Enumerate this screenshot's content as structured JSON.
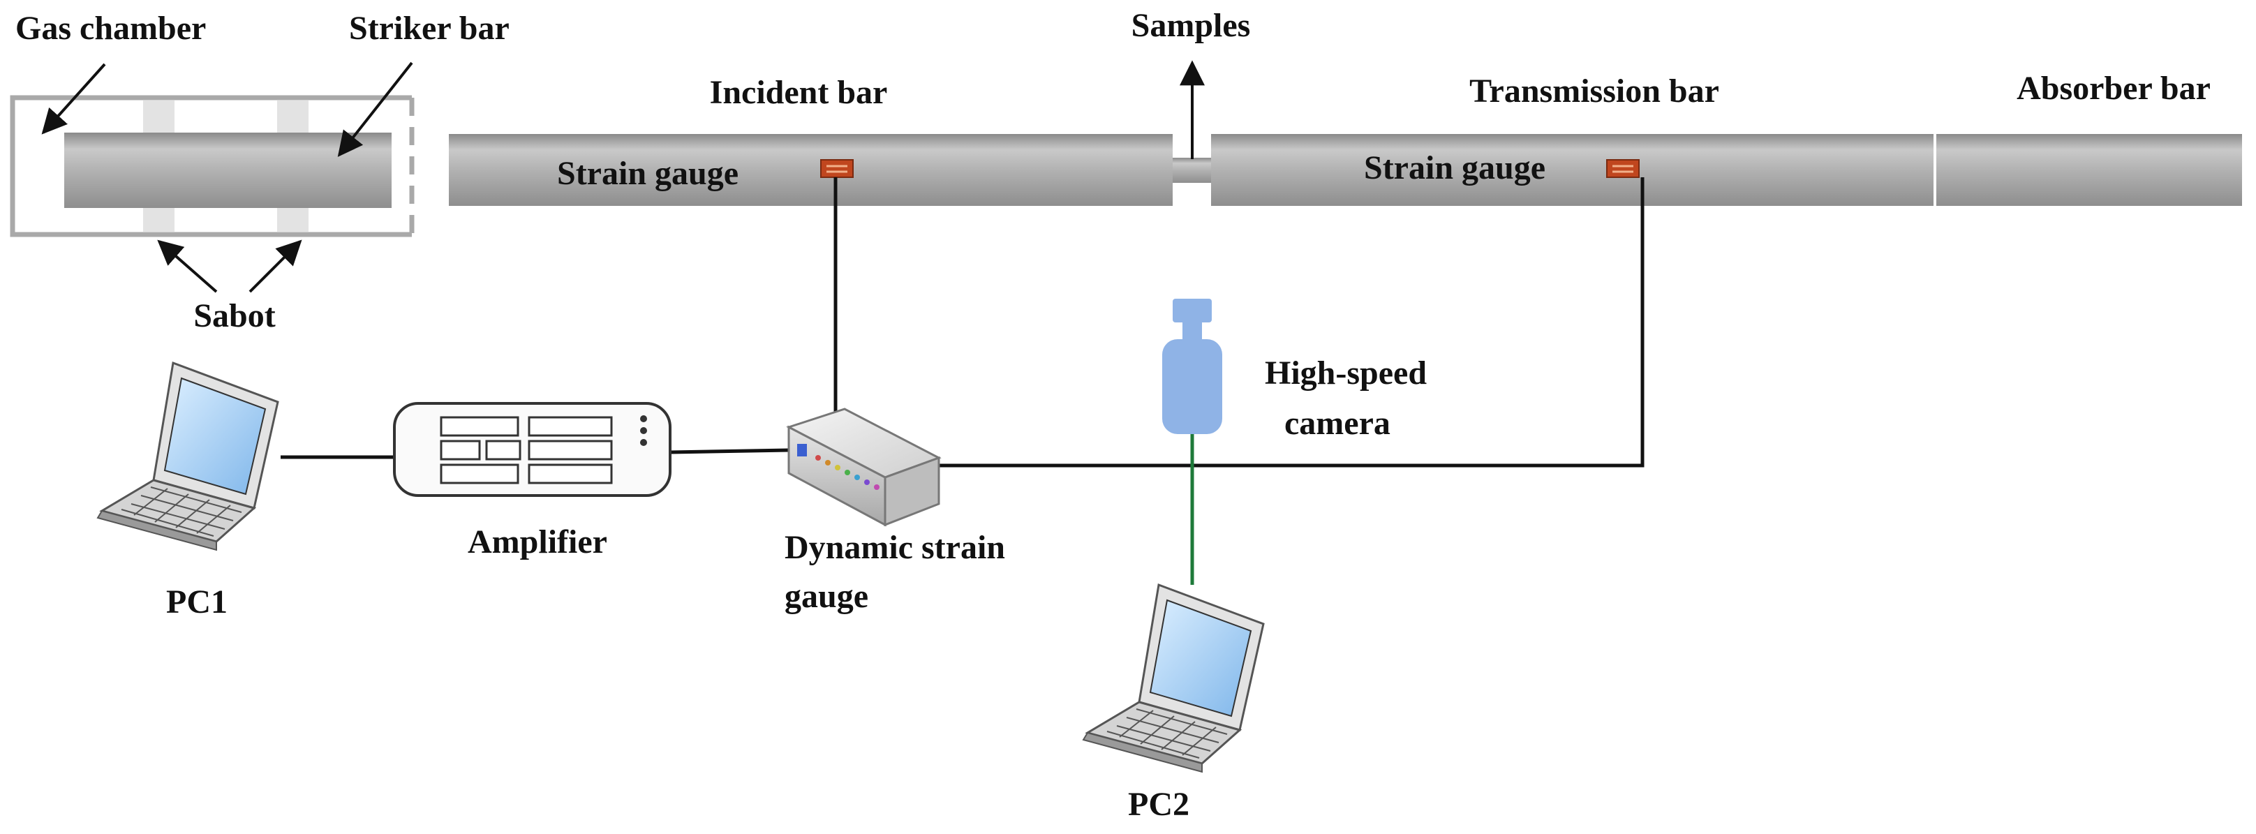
{
  "labels": {
    "gas_chamber": "Gas chamber",
    "striker_bar": "Striker bar",
    "sabot": "Sabot",
    "incident_bar": "Incident bar",
    "samples": "Samples",
    "transmission_bar": "Transmission bar",
    "absorber_bar": "Absorber bar",
    "strain_gauge_incident": "Strain gauge",
    "strain_gauge_transmission": "Strain gauge",
    "high_speed_camera_line1": "High-speed",
    "high_speed_camera_line2": "camera",
    "amplifier": "Amplifier",
    "dynamic_strain_gauge_line1": "Dynamic strain",
    "dynamic_strain_gauge_line2": "gauge",
    "pc1": "PC1",
    "pc2": "PC2"
  },
  "icons": {
    "laptop": "laptop-icon",
    "amplifier": "amplifier-icon",
    "dynamic_strain_gauge": "dynamic-strain-gauge-icon",
    "camera": "high-speed-camera-icon",
    "strain_gauge": "strain-gauge-icon"
  },
  "colors": {
    "bar_fill": "#a9a9a9",
    "strain_gauge": "#c0461e",
    "camera": "#8fb3e6",
    "camera_wire": "#1e7a3a",
    "wire": "#111111",
    "sabot": "#e1e1e1"
  }
}
